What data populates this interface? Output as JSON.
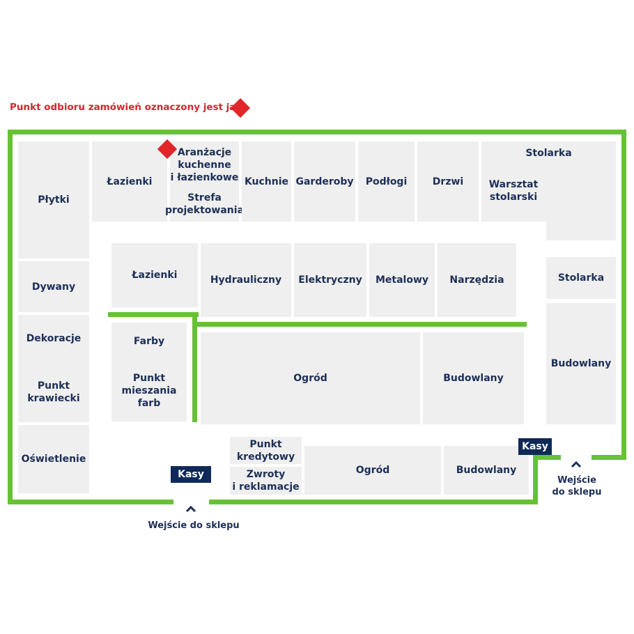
{
  "legend": {
    "text": "Punkt odbioru zamówień oznaczony jest jako",
    "marker_color": "#e0262b"
  },
  "colors": {
    "wall": "#66c234",
    "department": "#efefef",
    "text": "#1c2f57",
    "checkout": "#0f2a58",
    "legend_text": "#d6262d"
  },
  "departments": {
    "plytki": "Płytki",
    "lazienki_top": "Łazienki",
    "aranzacje": "Aranżacje\nkuchenne\ni łazienkowe",
    "strefa": "Strefa\nprojektowania",
    "kuchnie": "Kuchnie",
    "garderoby": "Garderoby",
    "podlogi": "Podłogi",
    "drzwi": "Drzwi",
    "warsztat": "Warsztat\nstolarski",
    "stolarka_top": "Stolarka",
    "dywany": "Dywany",
    "lazienki_mid": "Łazienki",
    "hydrauliczny": "Hydrauliczny",
    "elektryczny": "Elektryczny",
    "metalowy": "Metalowy",
    "narzedzia": "Narzędzia",
    "stolarka_right": "Stolarka",
    "dekoracje": "Dekoracje",
    "punkt_krawiecki": "Punkt\nkrawiecki",
    "farby": "Farby",
    "mieszania": "Punkt\nmieszania farb",
    "ogrod_mid": "Ogród",
    "budowlany_mid": "Budowlany",
    "budowlany_right": "Budowlany",
    "oswietlenie": "Oświetlenie",
    "punkt_kredytowy": "Punkt\nkredytowy",
    "zwroty": "Zwroty\ni reklamacje",
    "ogrod_bottom": "Ogród",
    "budowlany_bottom": "Budowlany"
  },
  "checkouts": {
    "left": "Kasy",
    "right": "Kasy"
  },
  "entrances": {
    "bottom": "Wejście do sklepu",
    "right": "Wejście\ndo sklepu"
  },
  "pickup_point": {
    "location": "Aranżacje kuchenne i łazienkowe",
    "icon": "red-diamond-icon"
  }
}
